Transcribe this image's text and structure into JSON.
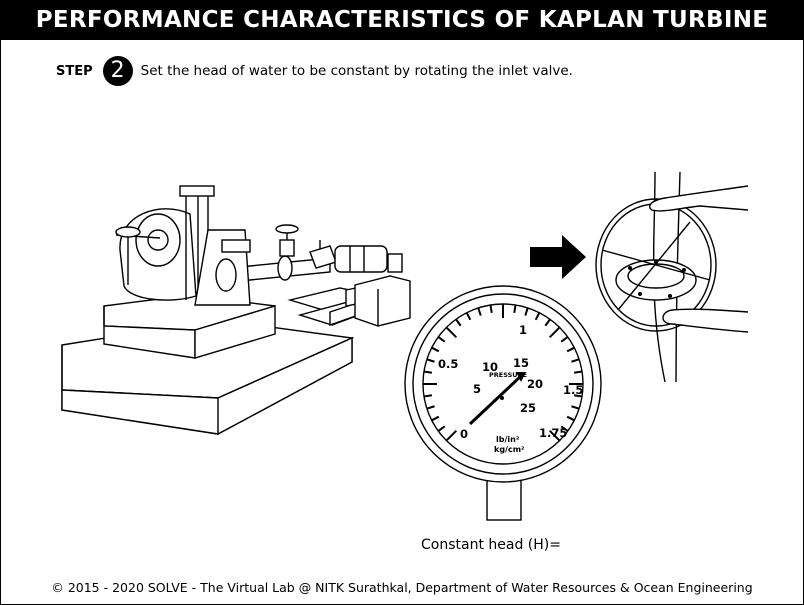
{
  "title": "PERFORMANCE CHARACTERISTICS OF KAPLAN TURBINE",
  "step": {
    "label": "STEP",
    "number": "2",
    "instruction": "Set the head of water to be constant by rotating the inlet valve."
  },
  "gauge": {
    "caption": "PRESSURE",
    "outer_scale": [
      "0.5",
      "1",
      "1.5",
      "1.75"
    ],
    "inner_scale": [
      "0",
      "5",
      "10",
      "15",
      "20",
      "25"
    ],
    "unit_1": "lb/in²",
    "unit_2": "kg/cm²"
  },
  "head_label": "Constant head (H)=",
  "footer": "© 2015 - 2020 SOLVE - The Virtual Lab @ NITK Surathkal, Department of Water Resources & Ocean Engineering",
  "colors": {
    "title_bg": "#000000",
    "title_fg": "#ffffff",
    "background": "#ffffff"
  }
}
